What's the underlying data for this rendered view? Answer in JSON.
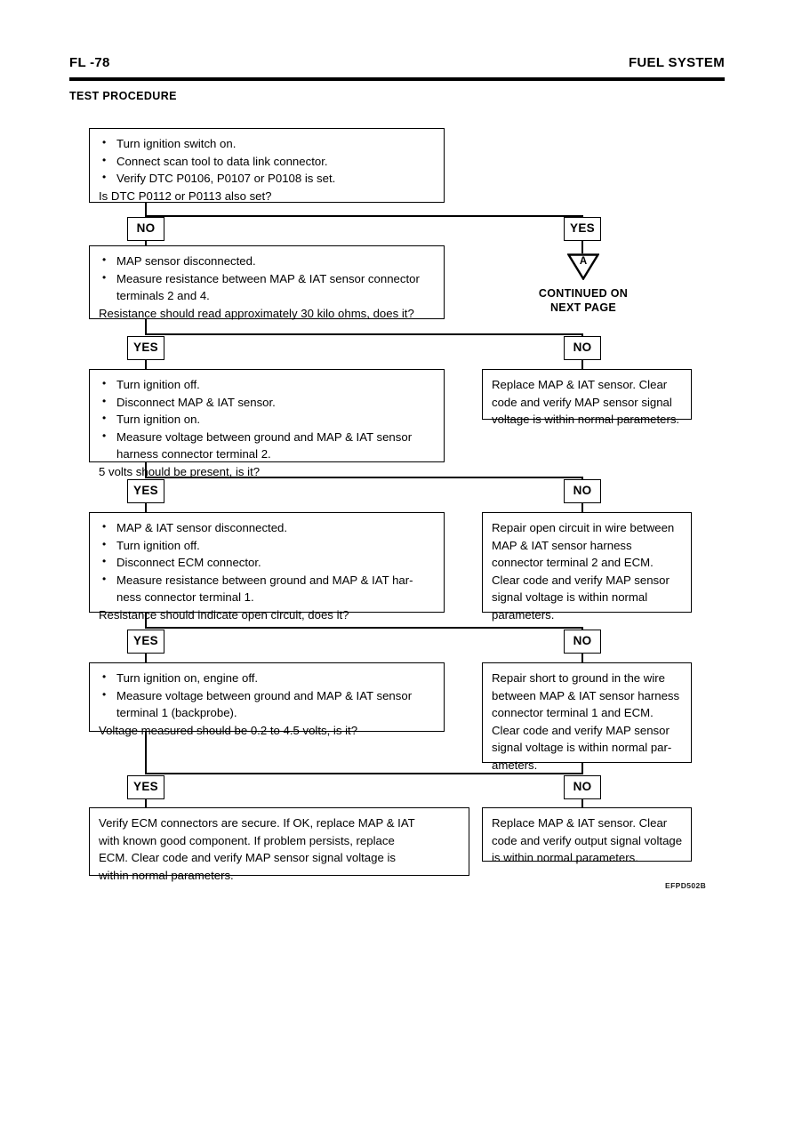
{
  "header": {
    "page_number": "FL -78",
    "section_title": "FUEL SYSTEM",
    "subtitle": "TEST PROCEDURE"
  },
  "figure_code": "EFPD502B",
  "connector": {
    "letter": "A",
    "note_line1": "CONTINUED ON",
    "note_line2": "NEXT PAGE"
  },
  "branches": {
    "no": "NO",
    "yes": "YES"
  },
  "steps": {
    "step1": {
      "bullets": [
        "Turn ignition switch on.",
        "Connect scan tool to data link connector.",
        "Verify DTC P0106, P0107 or P0108 is set."
      ],
      "question": "Is DTC P0112 or P0113 also set?"
    },
    "step2": {
      "bullets": [
        "MAP sensor disconnected.",
        "Measure resistance between MAP & IAT sensor connector\nterminals 2 and 4."
      ],
      "question": "Resistance should read approximately 30 kilo ohms, does it?"
    },
    "step3": {
      "bullets": [
        "Turn ignition off.",
        "Disconnect MAP & IAT sensor.",
        "Turn ignition on.",
        "Measure voltage between ground and MAP & IAT sensor\nharness connector terminal 2."
      ],
      "question": "5 volts should be present, is it?"
    },
    "step4": {
      "bullets": [
        "MAP & IAT sensor disconnected.",
        "Turn ignition off.",
        "Disconnect ECM connector.",
        "Measure resistance between ground and MAP & IAT har-\nness connector terminal 1."
      ],
      "question": "Resistance should indicate open circuit, does it?"
    },
    "step5": {
      "bullets": [
        "Turn ignition on, engine off.",
        "Measure voltage between ground and MAP & IAT sensor\nterminal 1 (backprobe)."
      ],
      "question": "Voltage measured should be 0.2 to 4.5 volts, is it?"
    }
  },
  "results": {
    "result_no_2": "Replace MAP & IAT sensor. Clear\ncode and verify MAP sensor signal\nvoltage is within normal parameters.",
    "result_no_3": "Repair open circuit in wire between\nMAP & IAT sensor harness\nconnector terminal 2 and ECM.\nClear code and verify MAP sensor\nsignal voltage is within normal\nparameters.",
    "result_no_4": "Repair short to ground in the wire\nbetween MAP & IAT sensor harness\nconnector terminal 1 and ECM.\nClear code and verify MAP sensor\nsignal voltage is within normal par-\nameters.",
    "result_no_5": "Replace MAP & IAT sensor. Clear\ncode and verify output signal voltage\nis within normal parameters.",
    "result_yes_final": "Verify ECM connectors are secure. If OK, replace MAP & IAT\nwith known good component. If problem persists, replace\nECM. Clear code and verify MAP sensor signal voltage is\nwithin normal parameters."
  }
}
